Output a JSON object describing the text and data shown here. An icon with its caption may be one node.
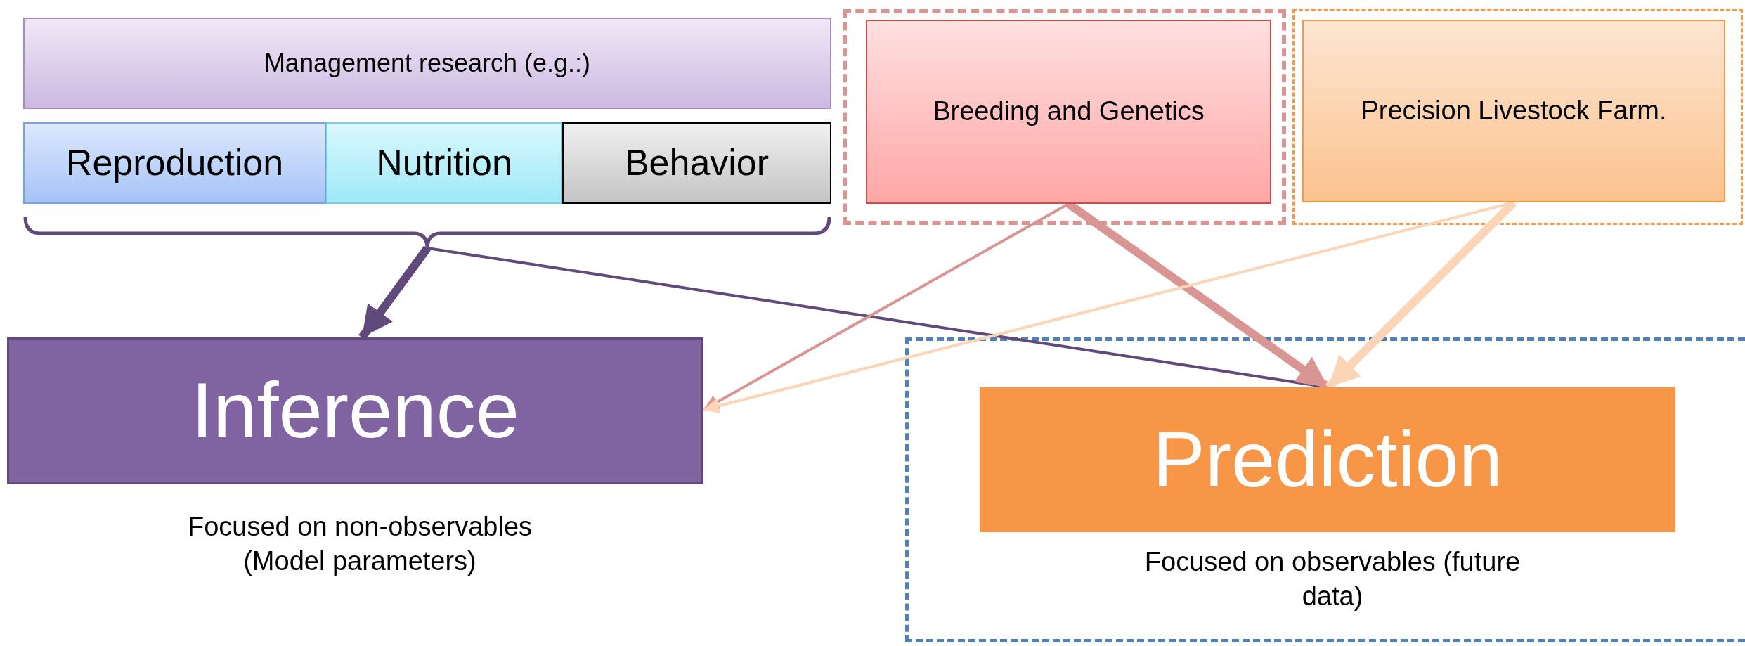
{
  "diagram": {
    "nodes": [
      {
        "text": [
          "Management research (e.g.:)"
        ]
      },
      {
        "text": [
          "Reproduction"
        ]
      },
      {
        "text": [
          "Nutrition"
        ]
      },
      {
        "text": [
          "Behavior"
        ]
      },
      {
        "text": [],
        "shape": "bracket"
      },
      {
        "text": [],
        "shape": "box"
      },
      {
        "text": [
          "Breeding and Genetics"
        ],
        "in": 5
      },
      {
        "text": [],
        "shape": "box"
      },
      {
        "text": [
          "Precision Livestock Farm."
        ],
        "in": 7
      },
      {
        "text": [
          "Inference",
          "Focused on non-observables (Model parameters)"
        ]
      },
      {
        "text": [
          "Focused on observables (future data)"
        ]
      },
      {
        "text": [
          "Prediction"
        ],
        "in": 10
      }
    ],
    "edges": [
      {
        "from": 4,
        "to": 9,
        "arrow": "to",
        "style": "thick",
        "color": "#604a7b"
      },
      {
        "from": 4,
        "to": 11,
        "arrow": "to",
        "color": "#604a7b"
      },
      {
        "from": 6,
        "to": 9,
        "arrow": "to",
        "color": "#d99594"
      },
      {
        "from": 6,
        "to": 11,
        "arrow": "to",
        "style": "thick",
        "color": "#d99594"
      },
      {
        "from": 8,
        "to": 9,
        "arrow": "to",
        "color": "#fbd5b5"
      },
      {
        "from": 8,
        "to": 11,
        "arrow": "to",
        "style": "thick",
        "color": "#fbd5b5"
      }
    ]
  }
}
